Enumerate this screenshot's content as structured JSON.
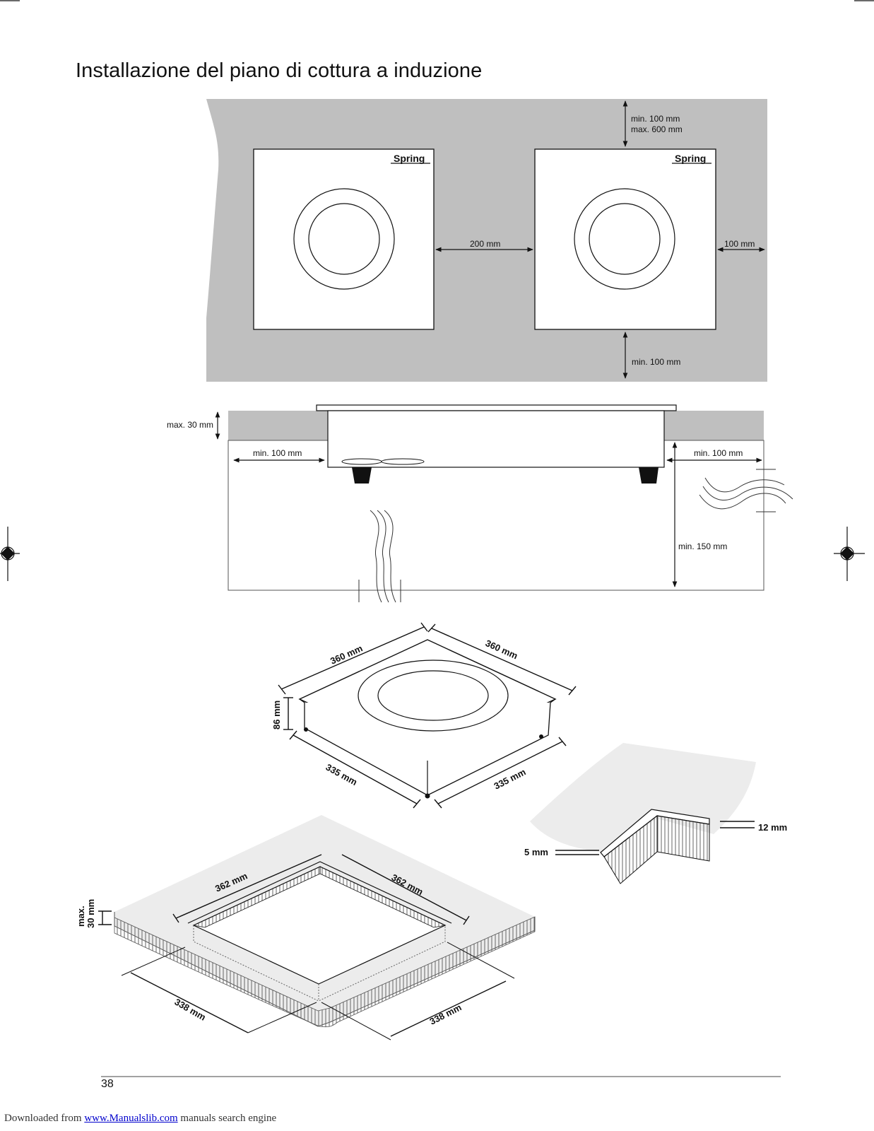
{
  "page": {
    "title": "Installazione del piano di cottura a induzione",
    "page_number": "38"
  },
  "top_view": {
    "brand_left": "Spring",
    "brand_right": "Spring",
    "gap_between": "200 mm",
    "side_right": "100 mm",
    "top_min": "min. 100 mm",
    "top_max": "max. 600 mm",
    "bottom_min": "min. 100 mm"
  },
  "section_view": {
    "max_thickness": "max. 30 mm",
    "left_min": "min. 100 mm",
    "right_min": "min. 100 mm",
    "depth_min": "min. 150 mm"
  },
  "unit_dims": {
    "top_left": "360 mm",
    "top_right": "360 mm",
    "height": "86 mm",
    "bottom_left": "335 mm",
    "bottom_right": "335 mm"
  },
  "frame_detail": {
    "rim": "12 mm",
    "edge": "5 mm"
  },
  "cutout_dims": {
    "max_line1": "max.",
    "max_line2": "30 mm",
    "outer_left": "362 mm",
    "outer_right": "362 mm",
    "inner_left": "338 mm",
    "inner_right": "338 mm"
  },
  "footer": {
    "prefix": "Downloaded from ",
    "link": "www.Manualslib.com",
    "suffix": "  manuals search engine"
  }
}
